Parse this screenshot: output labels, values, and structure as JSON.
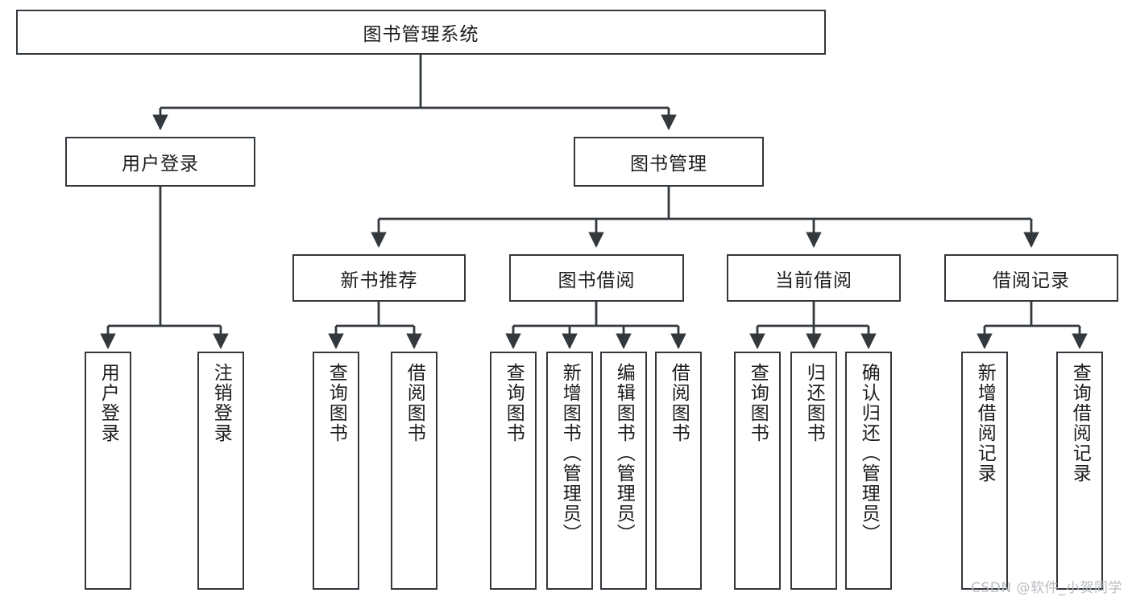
{
  "diagram": {
    "title": "图书管理系统",
    "type": "hierarchy-tree",
    "watermark": "CSDN @软件_小贺同学",
    "colors": {
      "stroke": "#33383d",
      "fill": "#ffffff",
      "text": "#1c1c1c",
      "watermark": "#b9bcc0"
    },
    "root": {
      "id": "root",
      "label": "图书管理系统"
    },
    "level2": [
      {
        "id": "user-login",
        "label": "用户登录"
      },
      {
        "id": "book-manage",
        "label": "图书管理"
      }
    ],
    "level3": [
      {
        "id": "new-book-recommend",
        "label": "新书推荐"
      },
      {
        "id": "book-borrow",
        "label": "图书借阅"
      },
      {
        "id": "current-borrow",
        "label": "当前借阅"
      },
      {
        "id": "borrow-record",
        "label": "借阅记录"
      }
    ],
    "leaves": [
      {
        "id": "leaf-user-login",
        "label": "用户登录",
        "parent": "user-login"
      },
      {
        "id": "leaf-logout",
        "label": "注销登录",
        "parent": "user-login"
      },
      {
        "id": "leaf-query-book-1",
        "label": "查询图书",
        "parent": "new-book-recommend"
      },
      {
        "id": "leaf-borrow-book-1",
        "label": "借阅图书",
        "parent": "new-book-recommend"
      },
      {
        "id": "leaf-query-book-2",
        "label": "查询图书",
        "parent": "book-borrow"
      },
      {
        "id": "leaf-add-book",
        "label": "新增图书（管理员）",
        "parent": "book-borrow"
      },
      {
        "id": "leaf-edit-book",
        "label": "编辑图书（管理员）",
        "parent": "book-borrow"
      },
      {
        "id": "leaf-borrow-book-2",
        "label": "借阅图书",
        "parent": "book-borrow"
      },
      {
        "id": "leaf-query-book-3",
        "label": "查询图书",
        "parent": "current-borrow"
      },
      {
        "id": "leaf-return-book",
        "label": "归还图书",
        "parent": "current-borrow"
      },
      {
        "id": "leaf-confirm-return",
        "label": "确认归还（管理员）",
        "parent": "current-borrow"
      },
      {
        "id": "leaf-add-record",
        "label": "新增借阅记录",
        "parent": "borrow-record"
      },
      {
        "id": "leaf-query-record",
        "label": "查询借阅记录",
        "parent": "borrow-record"
      }
    ]
  }
}
